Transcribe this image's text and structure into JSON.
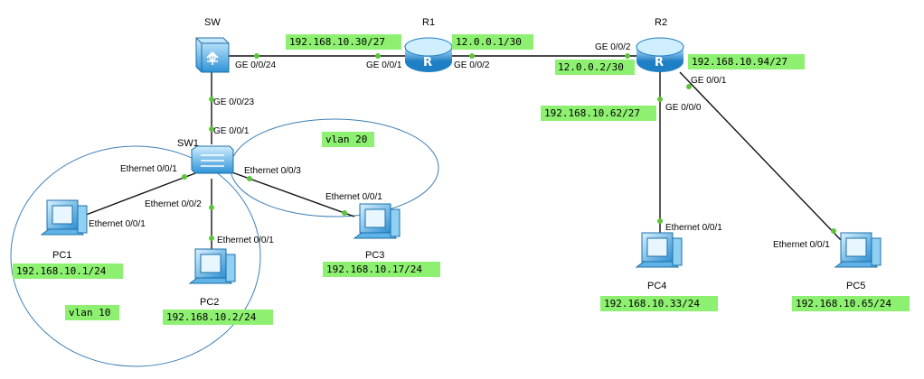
{
  "colors": {
    "ip_bg": "#8ef071",
    "line": "#111111",
    "port_dot": "#5ec43a",
    "vlan_circle": "#3d7fb6",
    "device_blue": "#3aa3e3"
  },
  "devices": {
    "sw": "SW",
    "r1": "R1",
    "r2": "R2",
    "sw1": "SW1",
    "pc1": "PC1",
    "pc2": "PC2",
    "pc3": "PC3",
    "pc4": "PC4",
    "pc5": "PC5"
  },
  "ports": {
    "sw_ge0024": "GE 0/0/24",
    "sw_ge0023": "GE 0/0/23",
    "r1_ge001": "GE 0/0/1",
    "r1_ge002": "GE 0/0/2",
    "r2_ge002": "GE 0/0/2",
    "r2_ge001": "GE 0/0/1",
    "r2_ge000": "GE 0/0/0",
    "sw1_ge001": "GE 0/0/1",
    "sw1_eth001": "Ethernet 0/0/1",
    "sw1_eth002": "Ethernet 0/0/2",
    "sw1_eth003": "Ethernet 0/0/3",
    "pc1_eth": "Ethernet 0/0/1",
    "pc2_eth": "Ethernet 0/0/1",
    "pc3_eth": "Ethernet 0/0/1",
    "pc4_eth": "Ethernet 0/0/1",
    "pc5_eth": "Ethernet 0/0/1"
  },
  "ips": {
    "r1_sw_side": "192.168.10.30/27",
    "r1_r2_side": "12.0.0.1/30",
    "r2_r1_side": "12.0.0.2/30",
    "r2_pc5_side": "192.168.10.94/27",
    "r2_pc4_side": "192.168.10.62/27",
    "pc1": "192.168.10.1/24",
    "pc2": "192.168.10.2/24",
    "pc3": "192.168.10.17/24",
    "pc4": "192.168.10.33/24",
    "pc5": "192.168.10.65/24"
  },
  "vlans": {
    "vlan10": "vlan 10",
    "vlan20": "vlan 20"
  },
  "icons": {
    "switch": "layer3-switch-icon",
    "router": "router-icon",
    "access_switch": "access-switch-icon",
    "pc": "pc-icon"
  }
}
